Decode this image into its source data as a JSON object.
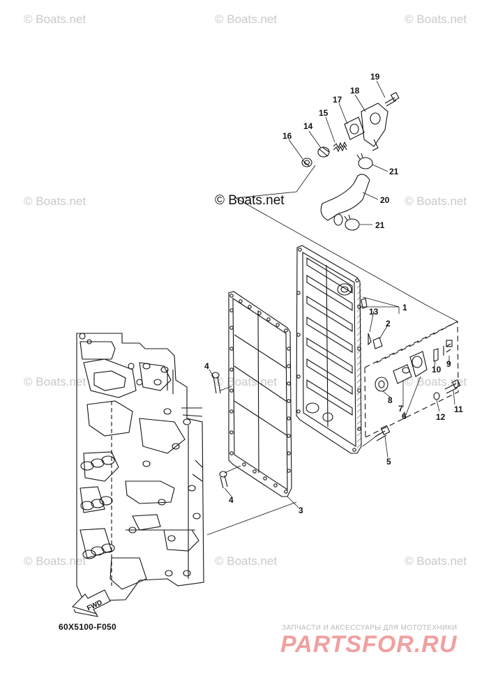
{
  "watermarks": {
    "text": "© Boats.net",
    "center_text": "© Boats.net"
  },
  "part_numbers": {
    "p1": "1",
    "p2": "2",
    "p3": "3",
    "p4a": "4",
    "p4b": "4",
    "p5": "5",
    "p6": "6",
    "p7": "7",
    "p8": "8",
    "p9": "9",
    "p10": "10",
    "p11": "11",
    "p12": "12",
    "p13": "13",
    "p14": "14",
    "p15": "15",
    "p16": "16",
    "p17": "17",
    "p18": "18",
    "p19": "19",
    "p20": "20",
    "p21a": "21",
    "p21b": "21"
  },
  "fwd_label": "FWD",
  "diagram_code": "60X5100-F050",
  "ad": {
    "tagline": "ЗАПЧАСТИ И АКСЕССУАРЫ ДЛЯ МОТОТЕХНИКИ",
    "logo": "PARTSFOR.RU"
  }
}
